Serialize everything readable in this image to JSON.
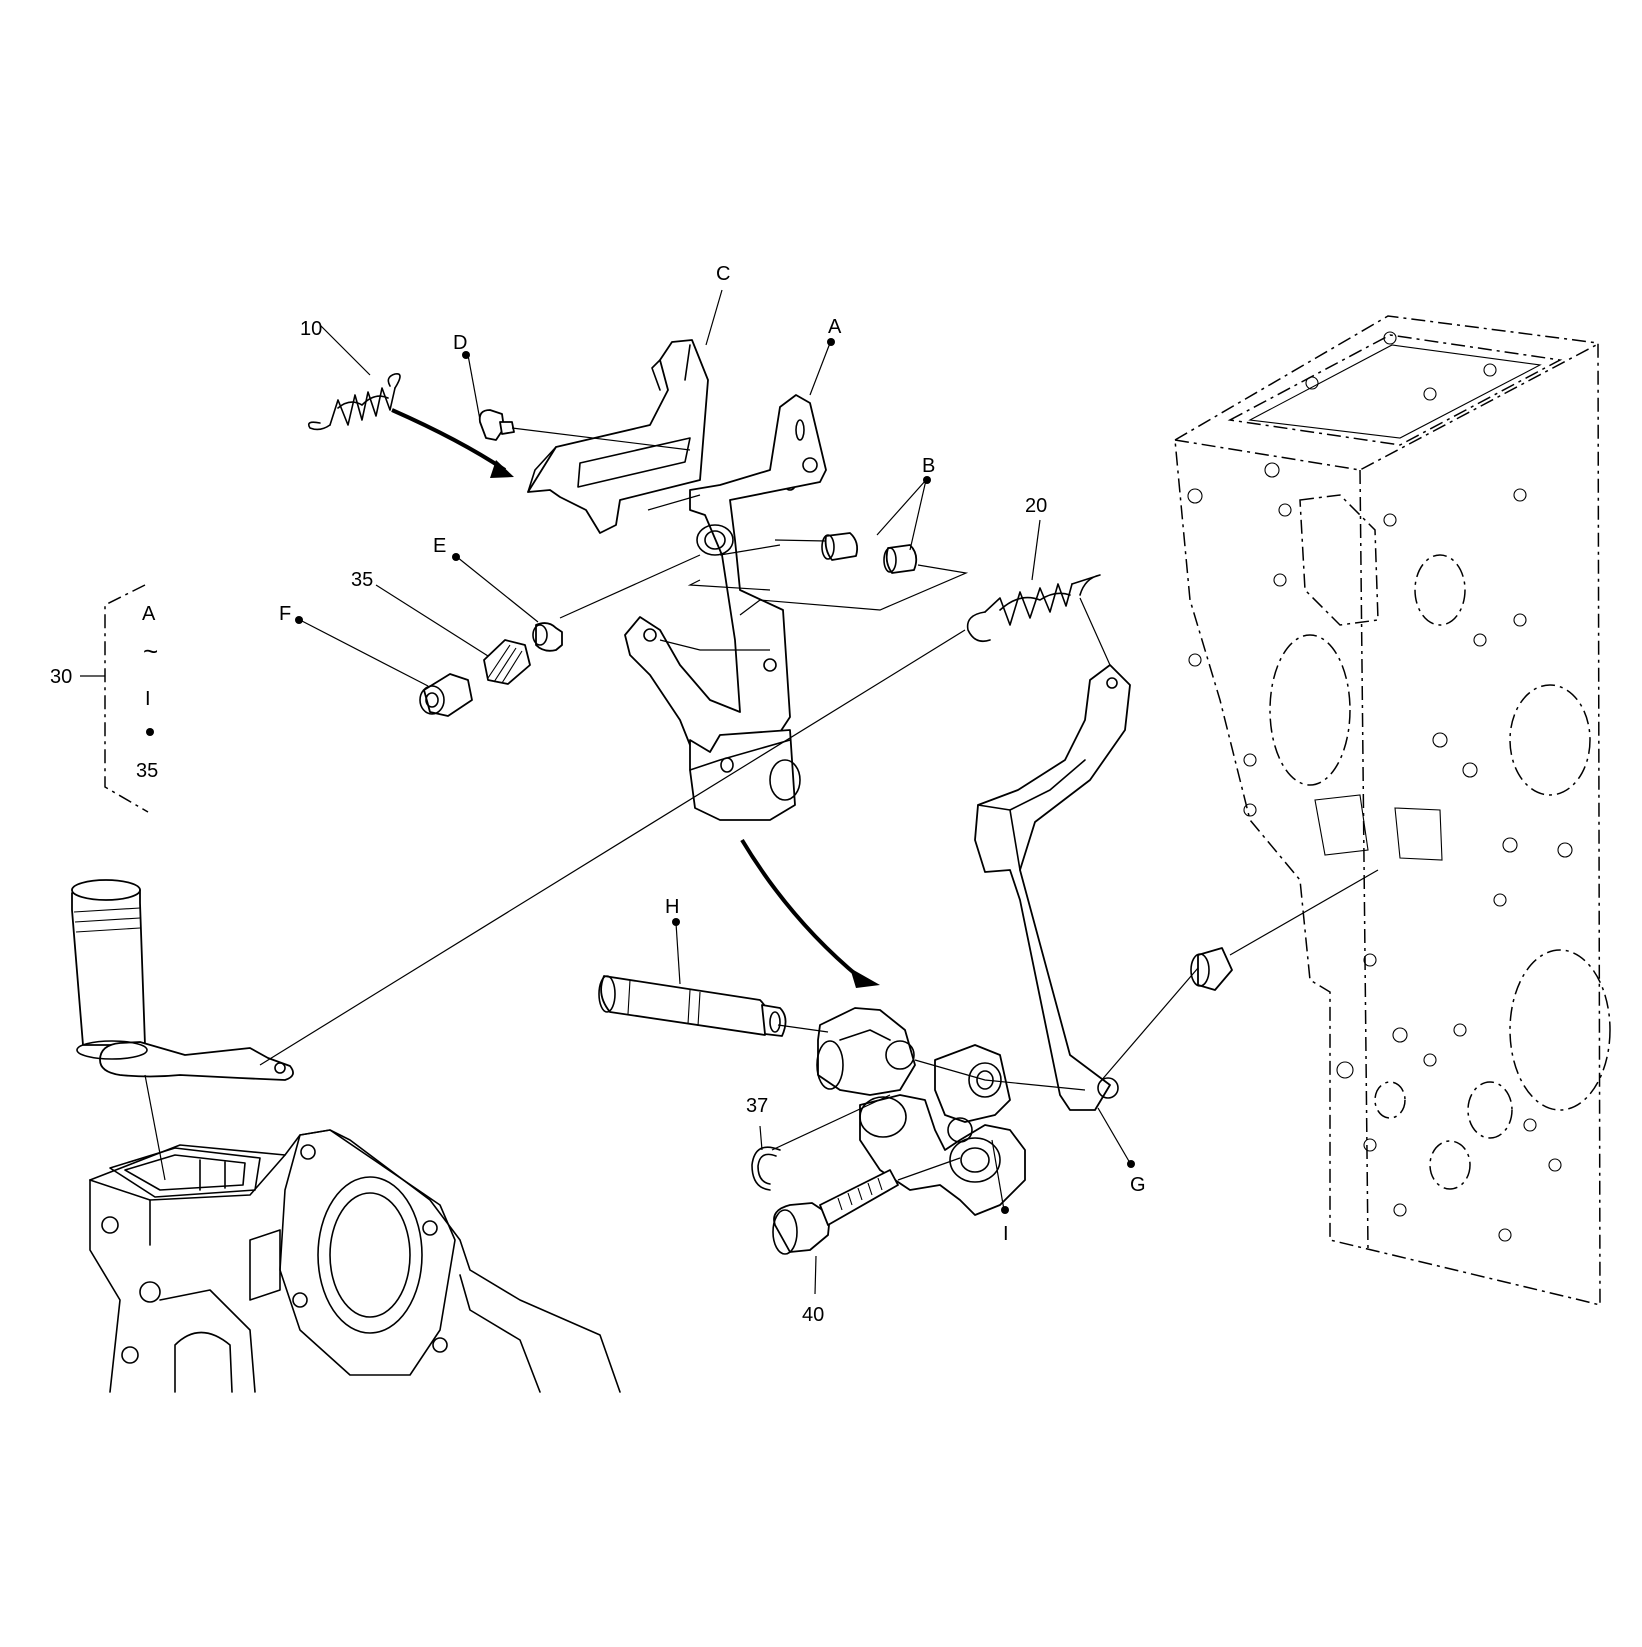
{
  "callouts": {
    "c10": "10",
    "cD": "D",
    "cC": "C",
    "cA": "A",
    "cB": "B",
    "c20": "20",
    "cE": "E",
    "c35": "35",
    "cF": "F",
    "cH": "H",
    "c37": "37",
    "c40": "40",
    "cI": "I",
    "cG": "G"
  },
  "kit_legend": {
    "ref": "30",
    "item_top": "A",
    "separator": "~",
    "item_bottom": "I",
    "extra_ref": "35"
  }
}
